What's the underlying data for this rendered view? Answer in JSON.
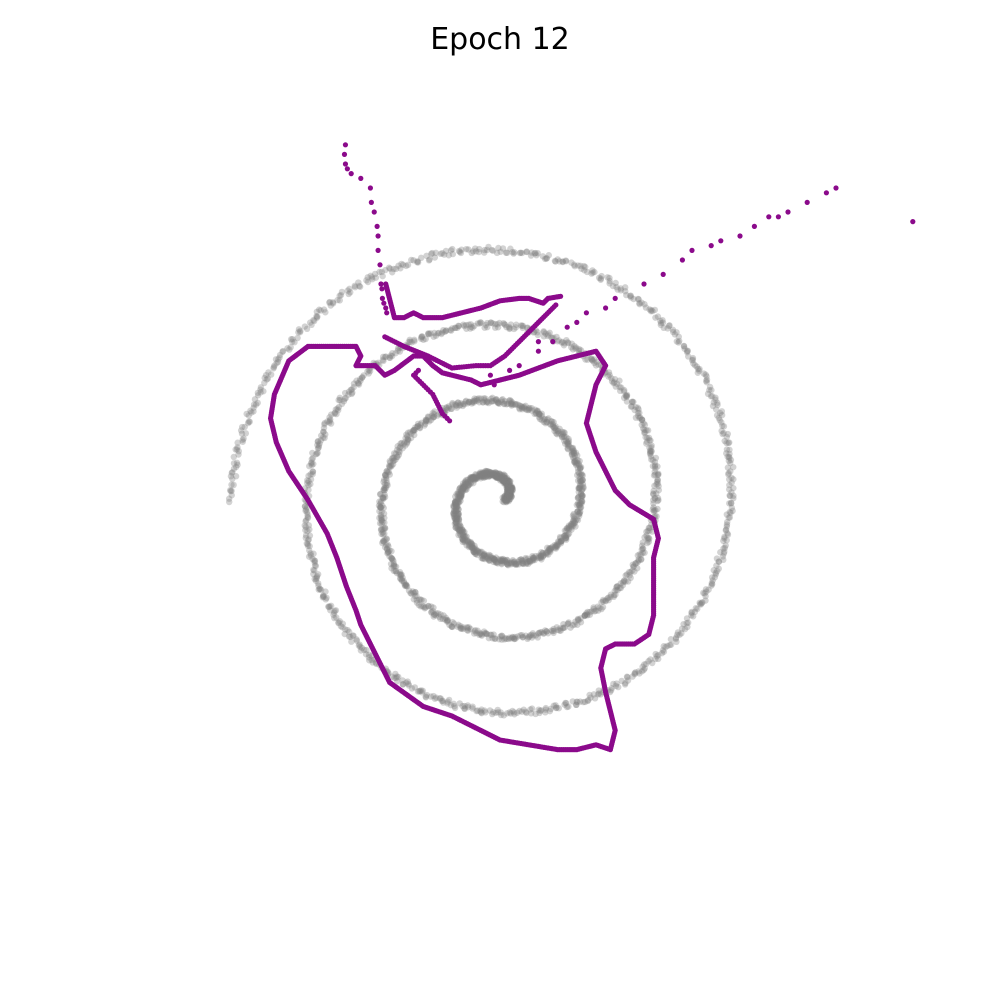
{
  "chart_data": {
    "type": "scatter",
    "title": "Epoch 12",
    "xlabel": "",
    "ylabel": "",
    "axes_visible": false,
    "grid": false,
    "xlim": [
      -1.0,
      1.0
    ],
    "ylim": [
      -1.0,
      1.0
    ],
    "series": [
      {
        "role": "target spiral",
        "color": "#808080",
        "opacity": 0.35,
        "spiral": {
          "center": [
            0.0,
            0.0
          ],
          "theta_start_deg": 0,
          "theta_end_deg": 1260,
          "radius_start": 0.01,
          "radius_end": 0.56,
          "rotation_deg": 0,
          "point_count": 2500
        }
      },
      {
        "role": "generated samples",
        "color": "#8b0a8b",
        "opacity": 1.0,
        "line_x": [
          -0.478,
          -0.47,
          -0.44,
          -0.4,
          -0.3,
          -0.29,
          -0.3,
          -0.26,
          -0.24,
          -0.22,
          -0.18,
          -0.16,
          -0.14,
          -0.12,
          -0.1,
          -0.06,
          -0.04,
          0.04,
          0.12,
          0.2,
          0.22,
          0.2,
          0.18,
          0.2,
          0.22,
          0.24,
          0.27,
          0.32,
          0.33,
          0.32,
          0.32,
          0.32,
          0.32,
          0.31,
          0.28,
          0.24,
          0.22,
          0.21,
          0.22,
          0.24,
          0.23,
          0.2,
          0.16,
          0.12,
          0.06,
          0.0,
          -0.04,
          -0.1,
          -0.16,
          -0.23,
          -0.25,
          -0.27,
          -0.29,
          -0.3,
          -0.32,
          -0.34,
          -0.36,
          -0.4,
          -0.44,
          -0.466,
          -0.478
        ],
        "line_y": [
          0.17,
          0.22,
          0.29,
          0.32,
          0.32,
          0.3,
          0.28,
          0.28,
          0.26,
          0.27,
          0.3,
          0.3,
          0.28,
          0.265,
          0.26,
          0.25,
          0.24,
          0.26,
          0.29,
          0.31,
          0.28,
          0.24,
          0.16,
          0.1,
          0.06,
          0.02,
          -0.01,
          -0.04,
          -0.08,
          -0.12,
          -0.16,
          -0.2,
          -0.24,
          -0.28,
          -0.3,
          -0.3,
          -0.31,
          -0.35,
          -0.4,
          -0.48,
          -0.52,
          -0.51,
          -0.52,
          -0.52,
          -0.51,
          -0.5,
          -0.48,
          -0.45,
          -0.43,
          -0.38,
          -0.34,
          -0.3,
          -0.26,
          -0.23,
          -0.18,
          -0.12,
          -0.07,
          0.0,
          0.06,
          0.12,
          0.17
        ],
        "upper_x": [
          -0.238,
          -0.22,
          -0.2,
          -0.18,
          -0.16,
          -0.12,
          -0.08,
          -0.04,
          0.0,
          0.04,
          0.06,
          0.09,
          0.1,
          0.13
        ],
        "upper_y": [
          0.45,
          0.38,
          0.38,
          0.39,
          0.38,
          0.38,
          0.39,
          0.4,
          0.415,
          0.42,
          0.42,
          0.41,
          0.42,
          0.425
        ],
        "fold_x": [
          -0.24,
          -0.2,
          -0.15,
          -0.1,
          -0.05,
          -0.02,
          0.01,
          0.04,
          0.08,
          0.12
        ],
        "fold_y": [
          0.34,
          0.32,
          0.3,
          0.275,
          0.28,
          0.28,
          0.3,
          0.33,
          0.37,
          0.41
        ],
        "wedge_x": [
          -0.17,
          -0.18,
          -0.15,
          -0.14,
          -0.13,
          -0.12,
          -0.11,
          -0.1
        ],
        "wedge_y": [
          0.27,
          0.26,
          0.23,
          0.22,
          0.2,
          0.18,
          0.17,
          0.16
        ],
        "scatter_x": [
          -0.322,
          -0.324,
          -0.322,
          -0.318,
          -0.31,
          -0.29,
          -0.27,
          -0.268,
          -0.262,
          -0.256,
          -0.254,
          -0.254,
          -0.25,
          -0.248,
          -0.246,
          -0.245,
          -0.242,
          -0.238,
          -0.236,
          -0.012,
          -0.02,
          0.02,
          0.04,
          0.08,
          0.11,
          0.14,
          0.18,
          0.24,
          0.3,
          0.34,
          0.38,
          0.4,
          0.44,
          0.46,
          0.5,
          0.53,
          0.56,
          0.58,
          0.6,
          0.64,
          0.68,
          0.7,
          0.86,
          0.08,
          0.16,
          0.22
        ],
        "scatter_y": [
          0.74,
          0.72,
          0.7,
          0.69,
          0.68,
          0.67,
          0.65,
          0.62,
          0.6,
          0.57,
          0.55,
          0.52,
          0.49,
          0.45,
          0.44,
          0.42,
          0.41,
          0.4,
          0.39,
          0.24,
          0.26,
          0.27,
          0.28,
          0.31,
          0.33,
          0.36,
          0.39,
          0.42,
          0.45,
          0.47,
          0.5,
          0.52,
          0.53,
          0.54,
          0.55,
          0.57,
          0.59,
          0.59,
          0.6,
          0.62,
          0.64,
          0.65,
          0.58,
          0.33,
          0.37,
          0.4
        ]
      }
    ]
  }
}
